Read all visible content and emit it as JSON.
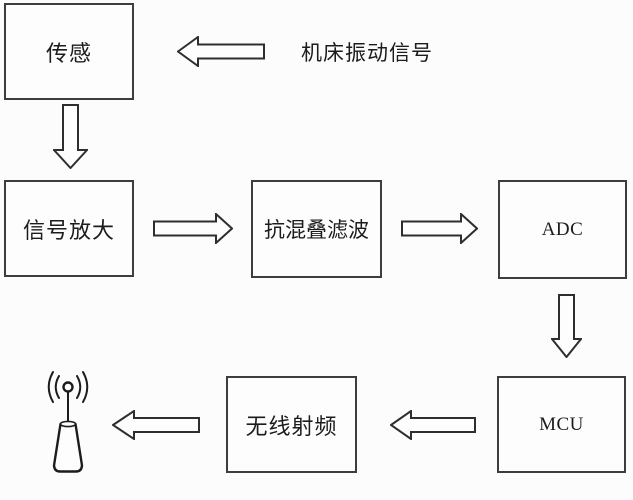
{
  "diagram": {
    "source_label": "机床振动信号",
    "nodes": {
      "sensor": "传感",
      "amplifier": "信号放大",
      "antialias_filter": "抗混叠滤波",
      "adc": "ADC",
      "mcu": "MCU",
      "rf": "无线射频"
    },
    "icons": {
      "antenna": "antenna-icon"
    },
    "edges": [
      {
        "from": "source_label",
        "to": "sensor",
        "direction": "left"
      },
      {
        "from": "sensor",
        "to": "amplifier",
        "direction": "down"
      },
      {
        "from": "amplifier",
        "to": "antialias_filter",
        "direction": "right"
      },
      {
        "from": "antialias_filter",
        "to": "adc",
        "direction": "right"
      },
      {
        "from": "adc",
        "to": "mcu",
        "direction": "down"
      },
      {
        "from": "mcu",
        "to": "rf",
        "direction": "left"
      },
      {
        "from": "rf",
        "to": "antenna",
        "direction": "left"
      }
    ],
    "colors": {
      "line": "#3d3d3d",
      "arrow_stroke": "#2e2e2e",
      "text": "#1c1c1c",
      "background": "#fcfcfc"
    }
  }
}
